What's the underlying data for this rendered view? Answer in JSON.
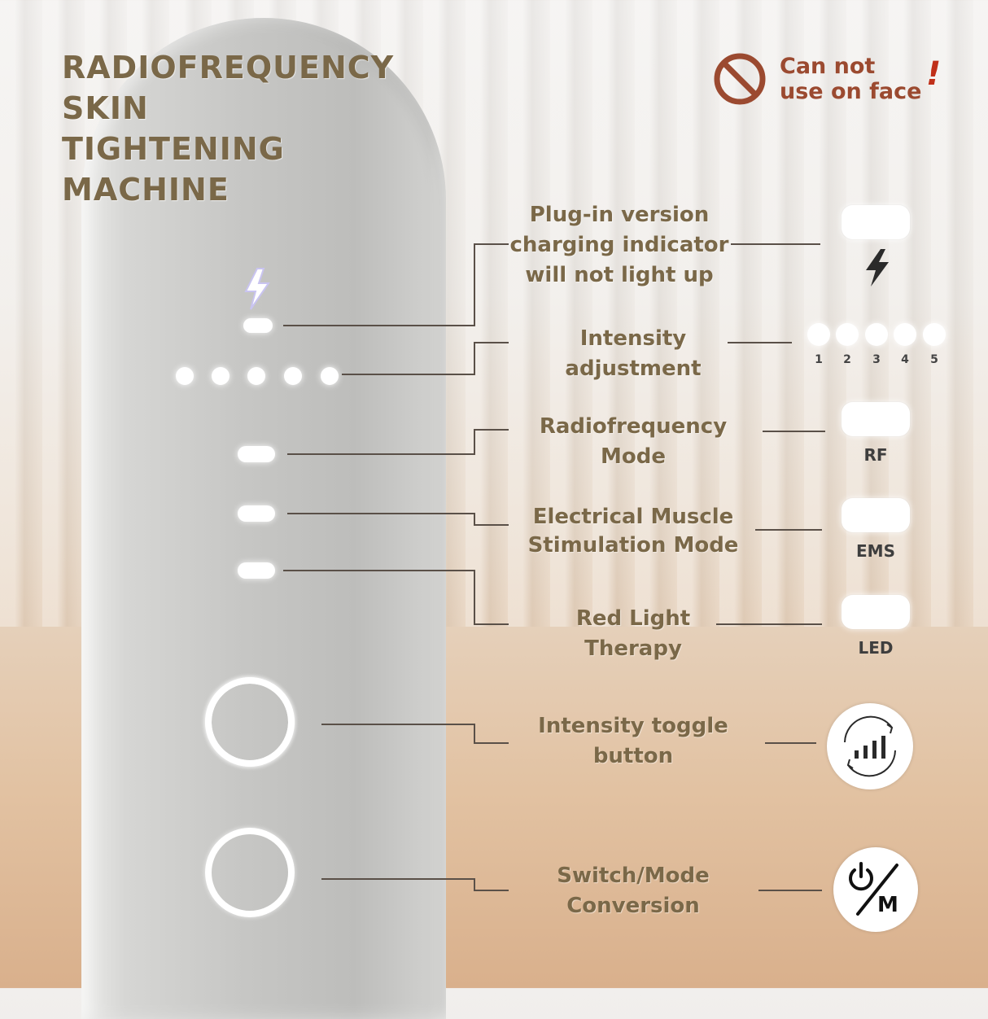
{
  "title": [
    "RADIOFREQUENCY",
    "SKIN",
    "TIGHTENING",
    "MACHINE"
  ],
  "warning": {
    "line1": "Can not",
    "line2": "use on face",
    "mark": "!",
    "icon": "prohibited-icon",
    "color": "#9b4a30"
  },
  "features": [
    {
      "lines": [
        "Plug-in version",
        "charging indicator",
        "will not light up"
      ],
      "icon": "lightning-bolt-icon"
    },
    {
      "lines": [
        "Intensity",
        "adjustment"
      ],
      "levels": [
        "1",
        "2",
        "3",
        "4",
        "5"
      ]
    },
    {
      "lines": [
        "Radiofrequency",
        "Mode"
      ],
      "caption": "RF"
    },
    {
      "lines": [
        "Electrical Muscle",
        "Stimulation Mode"
      ],
      "caption": "EMS"
    },
    {
      "lines": [
        "Red Light",
        "Therapy"
      ],
      "caption": "LED"
    },
    {
      "lines": [
        "Intensity toggle",
        "button"
      ],
      "icon": "intensity-cycle-icon"
    },
    {
      "lines": [
        "Switch/Mode",
        "Conversion"
      ],
      "icon": "power-mode-icon",
      "mode_letter": "M"
    }
  ],
  "colors": {
    "label": "#7a6848",
    "warning": "#9b4a30",
    "exclamation": "#c0301a"
  }
}
